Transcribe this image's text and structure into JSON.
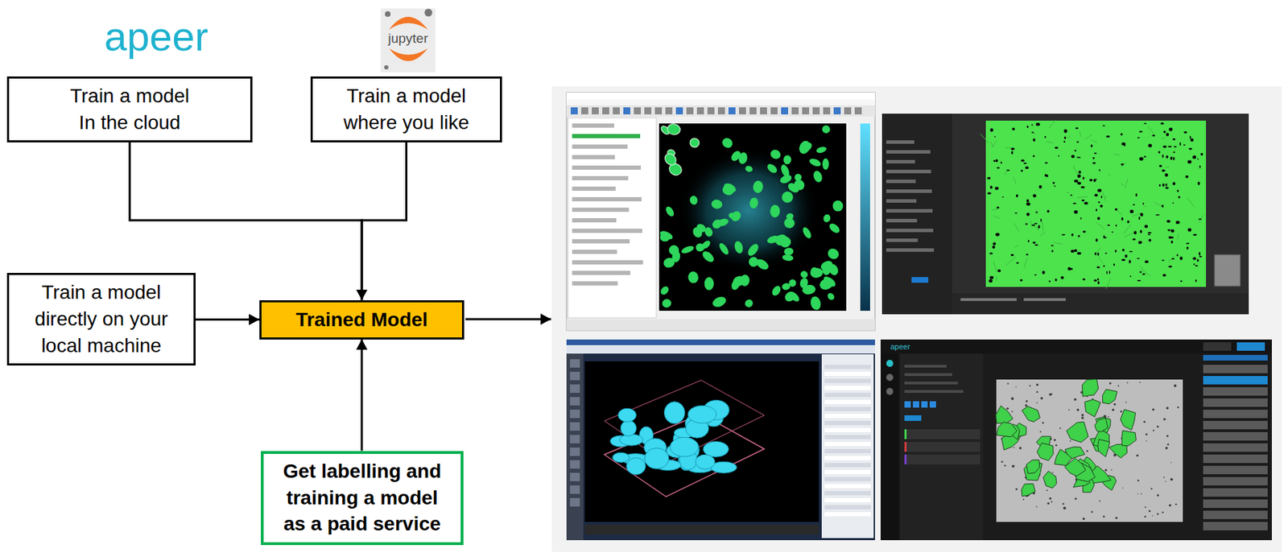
{
  "diagram": {
    "nodes": [
      {
        "text": [
          "Train a model In the cloud"
        ]
      },
      {
        "text": [
          "Train a model where you like"
        ]
      },
      {
        "text": [
          "Train a model directly on your local machine"
        ]
      },
      {
        "text": [
          "Trained Model"
        ]
      },
      {
        "text": [
          "Get labelling and training a model as a paid service"
        ]
      }
    ],
    "edges": [
      {
        "from": 0,
        "to": 3,
        "arrow": "to"
      },
      {
        "from": 1,
        "to": 3,
        "arrow": "to"
      },
      {
        "from": 2,
        "to": 3,
        "arrow": "to"
      },
      {
        "from": 4,
        "to": 3,
        "arrow": "to"
      }
    ],
    "labels": [
      "apeer",
      "jupyter",
      "apeer"
    ]
  }
}
